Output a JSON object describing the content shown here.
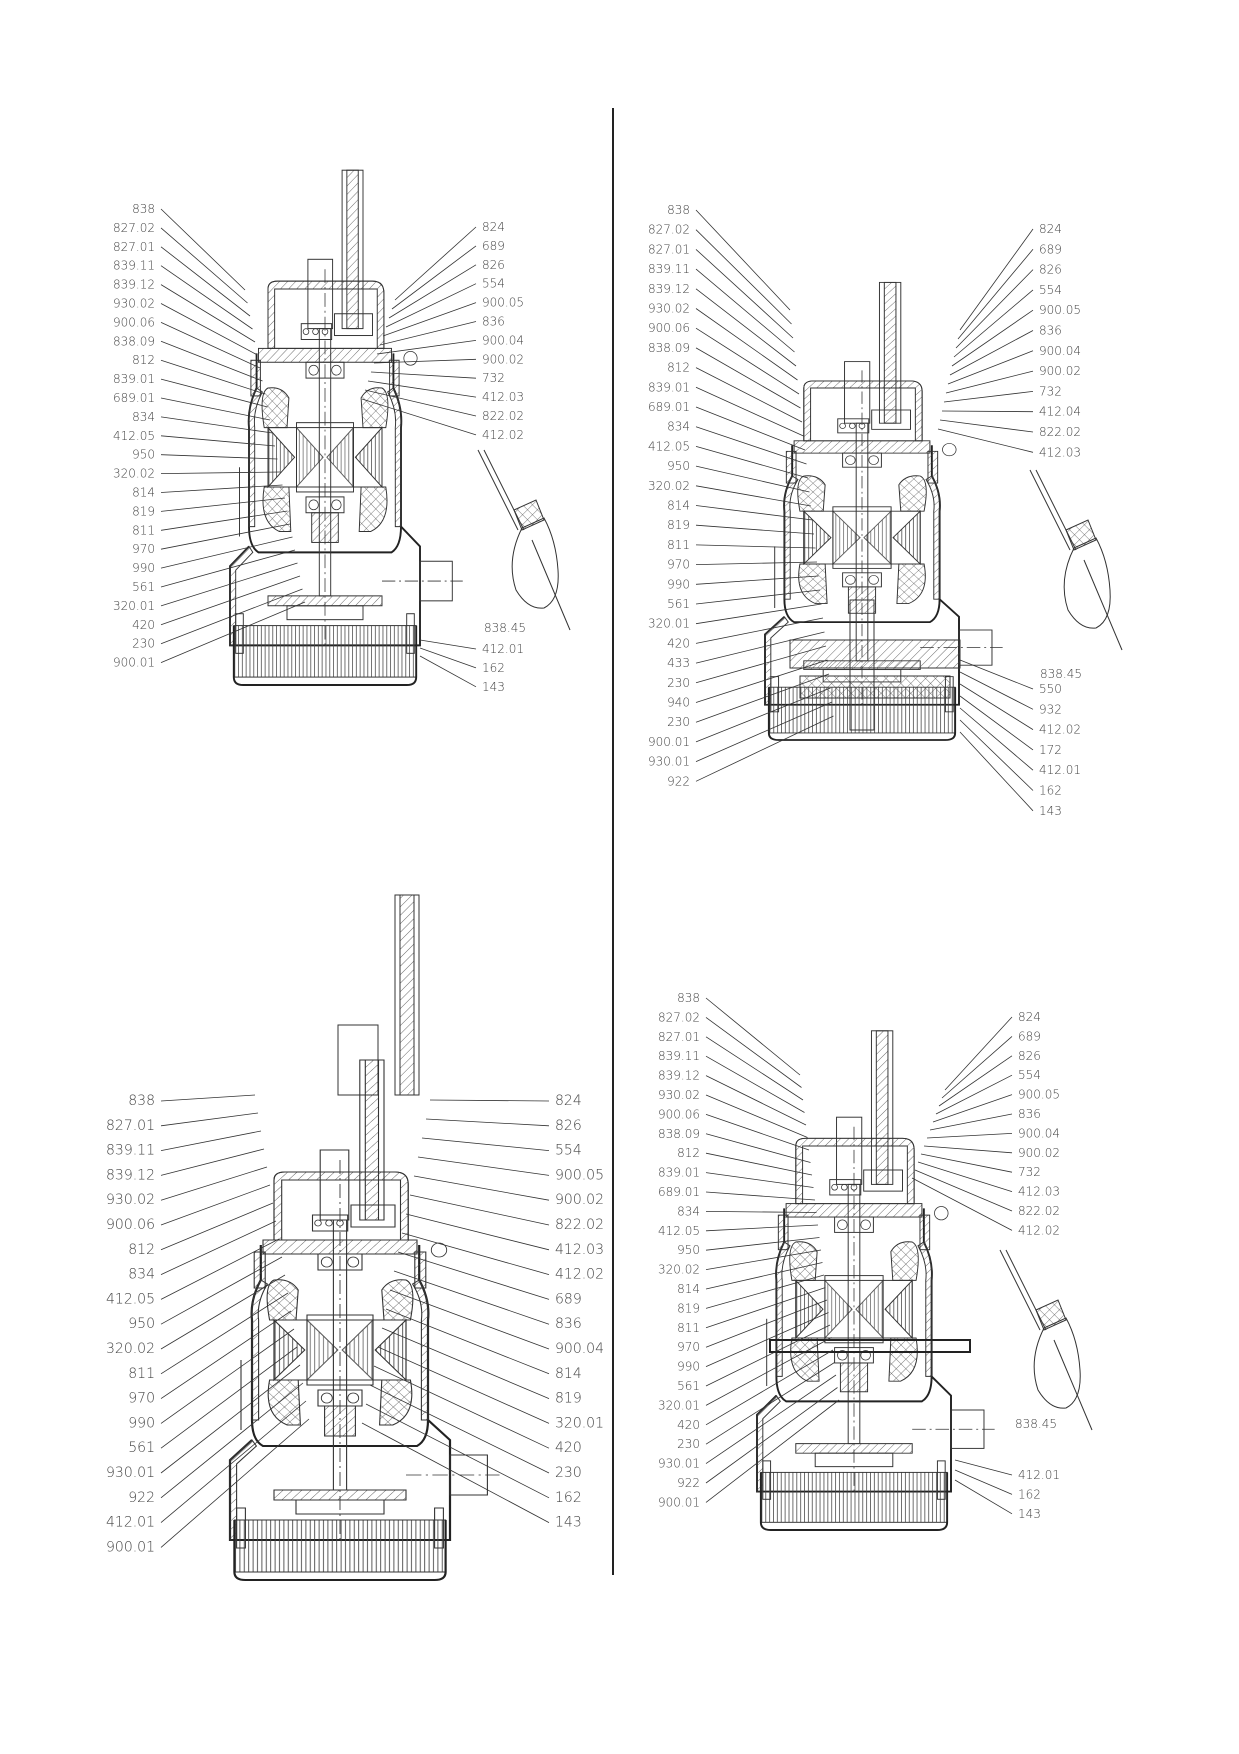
{
  "drawings": [
    {
      "id": "top-left",
      "left_labels": [
        "838",
        "827.02",
        "827.01",
        "839.11",
        "839.12",
        "930.02",
        "900.06",
        "838.09",
        "812",
        "839.01",
        "689.01",
        "834",
        "412.05",
        "950",
        "320.02",
        "814",
        "819",
        "811",
        "970",
        "990",
        "561",
        "320.01",
        "420",
        "230",
        "900.01"
      ],
      "right_labels": [
        "824",
        "689",
        "826",
        "554",
        "900.05",
        "836",
        "900.04",
        "900.02",
        "732",
        "412.03",
        "822.02",
        "412.02"
      ],
      "cable_label": "838.45",
      "bottom_right_labels": [
        "412.01",
        "162",
        "143"
      ]
    },
    {
      "id": "top-right",
      "left_labels": [
        "838",
        "827.02",
        "827.01",
        "839.11",
        "839.12",
        "930.02",
        "900.06",
        "838.09",
        "812",
        "839.01",
        "689.01",
        "834",
        "412.05",
        "950",
        "320.02",
        "814",
        "819",
        "811",
        "970",
        "990",
        "561",
        "320.01",
        "420",
        "433",
        "230",
        "940",
        "230",
        "900.01",
        "930.01",
        "922"
      ],
      "right_labels": [
        "824",
        "689",
        "826",
        "554",
        "900.05",
        "836",
        "900.04",
        "900.02",
        "732",
        "412.04",
        "822.02",
        "412.03"
      ],
      "cable_label": "838.45",
      "bottom_right_labels": [
        "550",
        "932",
        "412.02",
        "172",
        "412.01",
        "162",
        "143"
      ]
    },
    {
      "id": "bottom-left",
      "left_labels": [
        "838",
        "827.01",
        "839.11",
        "839.12",
        "930.02",
        "900.06",
        "812",
        "834",
        "412.05",
        "950",
        "320.02",
        "811",
        "970",
        "990",
        "561",
        "930.01",
        "922",
        "412.01",
        "900.01"
      ],
      "right_labels": [
        "824",
        "826",
        "554",
        "900.05",
        "900.02",
        "822.02",
        "412.03",
        "412.02",
        "689",
        "836",
        "900.04",
        "814",
        "819",
        "320.01",
        "420",
        "230",
        "162",
        "143"
      ]
    },
    {
      "id": "bottom-right",
      "left_labels": [
        "838",
        "827.02",
        "827.01",
        "839.11",
        "839.12",
        "930.02",
        "900.06",
        "838.09",
        "812",
        "839.01",
        "689.01",
        "834",
        "412.05",
        "950",
        "320.02",
        "814",
        "819",
        "811",
        "970",
        "990",
        "561",
        "320.01",
        "420",
        "230",
        "930.01",
        "922",
        "900.01"
      ],
      "right_labels": [
        "824",
        "689",
        "826",
        "554",
        "900.05",
        "836",
        "900.04",
        "900.02",
        "732",
        "412.03",
        "822.02",
        "412.02"
      ],
      "cable_label": "838.45",
      "bottom_right_labels": [
        "412.01",
        "162",
        "143"
      ]
    }
  ]
}
